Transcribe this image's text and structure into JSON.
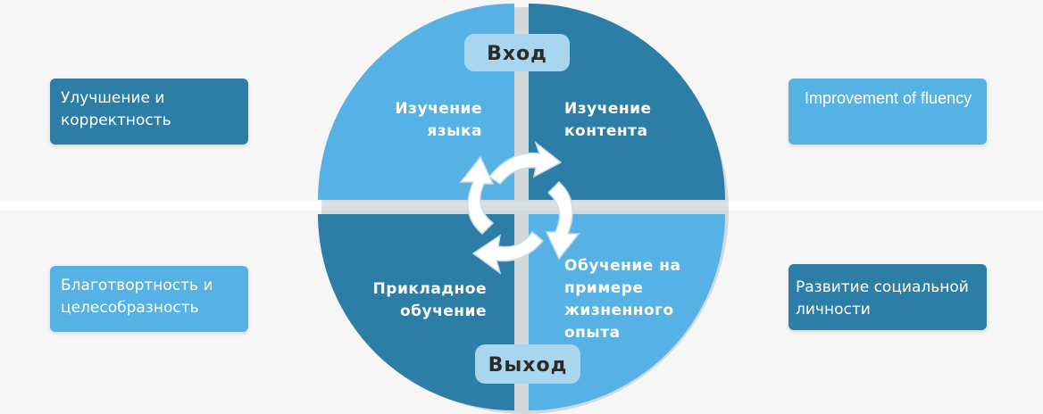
{
  "left": {
    "top_box": "Улучшение и корректность",
    "bottom_box": "Благотвортность и целесобразность"
  },
  "right": {
    "top_box": "Improvement of fluency",
    "bottom_box": "Развитие социальной личности"
  },
  "wheel": {
    "top_left": "Изучение языка",
    "top_right": "Изучение контента",
    "bottom_left": "Прикладное обучение",
    "bottom_right": "Обучение на примере жизненного опыта",
    "input_label": "Вход",
    "output_label": "Выход"
  },
  "colors": {
    "dark": "#2d7ea7",
    "light": "#56b2e4",
    "pill": "#a9d6ef",
    "band": "#f6f6f6"
  }
}
